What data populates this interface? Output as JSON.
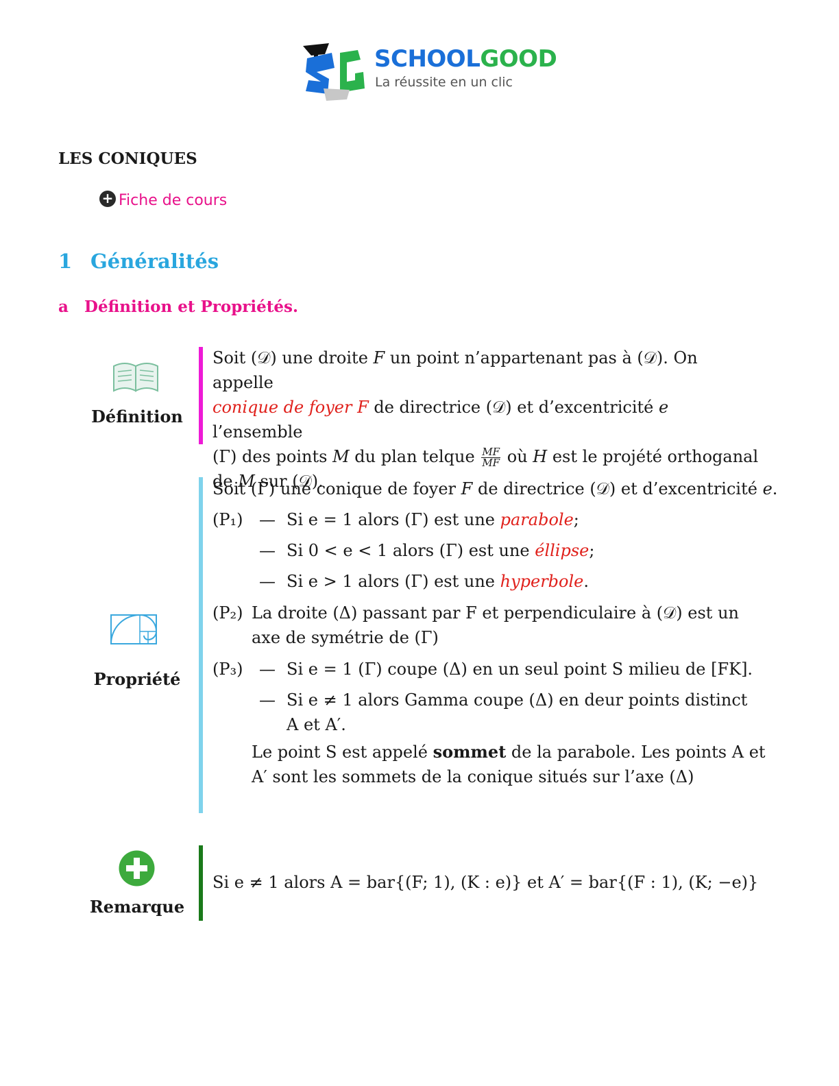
{
  "logo": {
    "name_part1": "SCHOOL",
    "name_part2": "GOOD",
    "tagline": "La réussite en un clic"
  },
  "title": "LES CONIQUES",
  "fiche_link": "Fiche de cours",
  "section": {
    "number": "1",
    "title": "Généralités"
  },
  "subsection": {
    "number": "a",
    "title": "Définition et Propriétés."
  },
  "definition": {
    "label": "Définition",
    "t1": "Soit (𝒟) une droite ",
    "t2": "F",
    "t3": " un point n’appartenant pas à (𝒟). On appelle",
    "red": "conique de foyer F",
    "t4": " de directrice (𝒟) et d’excentricité ",
    "t5": "e",
    "t6": " l’ensemble",
    "t7": "(Γ) des points ",
    "t8": "M",
    "t9": " du plan telque ",
    "frac_num": "MF",
    "frac_den": "MF",
    "t10": " où ",
    "t11": "H",
    "t12": " est le projété orthoganal",
    "t13": "de ",
    "t14": "M",
    "t15": " sur (𝒟)."
  },
  "property": {
    "label": "Propriété",
    "intro1": "Soit (Γ) une conique de foyer ",
    "intro2": "F",
    "intro3": " de directrice (𝒟) et d’excentricité ",
    "intro4": "e",
    "intro5": ".",
    "p1_label": "(P₁)",
    "dash": "—",
    "p1a_pre": "Si e = 1 alors (Γ) est une ",
    "p1a_red": "parabole",
    "p1a_post": ";",
    "p1b_pre": "Si 0 < e < 1 alors (Γ) est une ",
    "p1b_red": "éllipse",
    "p1b_post": ";",
    "p1c_pre": "Si e > 1 alors (Γ) est une ",
    "p1c_red": "hyperbole",
    "p1c_post": ".",
    "p2_label": "(P₂)",
    "p2_line1": "La droite (Δ) passant par F et perpendiculaire à (𝒟) est un",
    "p2_line2": "axe de symétrie de (Γ)",
    "p3_label": "(P₃)",
    "p3a": "Si e = 1 (Γ) coupe (Δ) en un seul point S milieu de [FK].",
    "p3b_line1": "Si e ≠ 1 alors Gamma coupe (Δ) en deur points distinct",
    "p3b_line2": "A et A′.",
    "sommet_pre": "Le point S est appelé ",
    "sommet_bold": "sommet",
    "sommet_post": " de la parabole. Les points A et",
    "sommet_line2": "A′ sont les sommets de la conique situés sur l’axe (Δ)"
  },
  "remark": {
    "label": "Remarque",
    "text": "Si e ≠ 1 alors A = bar{(F; 1), (K : e)} et A′ = bar{(F : 1), (K; −e)}"
  },
  "colors": {
    "definition_bar": "#ee1ad6",
    "property_bar": "#7fd3ec",
    "remark_bar": "#1a7a1a",
    "section": "#29a6de",
    "subsection": "#e8118a",
    "highlight": "#e0201b"
  }
}
